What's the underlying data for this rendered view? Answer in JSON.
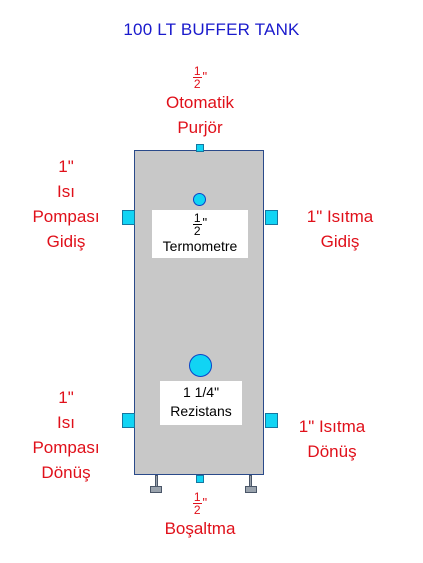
{
  "title": "100 LT BUFFER TANK",
  "top": {
    "frac_num": "1",
    "frac_den": "2",
    "quote": "\"",
    "line1": "Otomatik",
    "line2": "Purjör"
  },
  "left_top": {
    "line1": "1\"",
    "line2": "Isı",
    "line3": "Pompası",
    "line4": "Gidiş"
  },
  "left_bottom": {
    "line1": "1\"",
    "line2": "Isı",
    "line3": "Pompası",
    "line4": "Dönüş"
  },
  "right_top": {
    "line1": "1\" Isıtma",
    "line2": "Gidiş"
  },
  "right_bottom": {
    "line1": "1\" Isıtma",
    "line2": "Dönüş"
  },
  "thermo": {
    "frac_num": "1",
    "frac_den": "2",
    "quote": "\"",
    "label": "Termometre"
  },
  "heater": {
    "line1": "1 1/4\"",
    "line2": "Rezistans"
  },
  "bottom": {
    "frac_num": "1",
    "frac_den": "2",
    "quote": "\"",
    "label": "Boşaltma"
  },
  "colors": {
    "title": "#1a1acc",
    "labels": "#e0101a",
    "tank": "#c8c8c8",
    "port": "#11d4f4"
  }
}
